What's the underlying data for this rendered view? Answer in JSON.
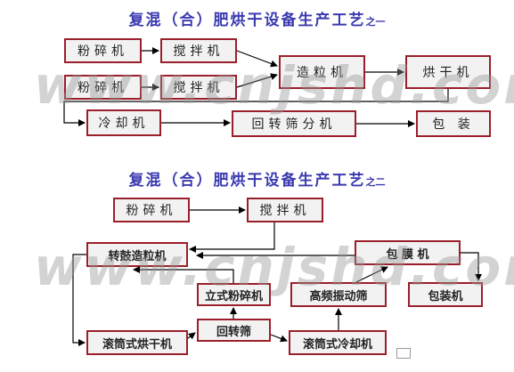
{
  "section1": {
    "title": "复混（合）肥烘干设备生产工艺",
    "title_suffix": "之一",
    "nodes": {
      "crusher1": "粉碎机",
      "mixer1": "搅拌机",
      "crusher2": "粉碎机",
      "mixer2": "搅拌机",
      "granulator": "造粒机",
      "dryer": "烘干机",
      "cooler": "冷却机",
      "screen": "回转筛分机",
      "packing": "包 装"
    },
    "watermark": "www.cnjshd.com"
  },
  "section2": {
    "title": "复混（合）肥烘干设备生产工艺",
    "title_suffix": "之二",
    "nodes": {
      "crusher": "粉碎机",
      "mixer": "搅拌机",
      "drum_granulator": "转鼓造粒机",
      "coating": "包 膜 机",
      "vertical_crusher": "立式粉碎机",
      "vibrating_screen": "高频振动筛",
      "packer": "包装机",
      "drum_dryer": "滚筒式烘干机",
      "rotary_screen": "回转筛",
      "drum_cooler": "滚筒式冷却机"
    },
    "watermark": "www.cnjshd.com"
  },
  "colors": {
    "title": "#3a3ab0",
    "box_border": "#9b1f2a",
    "box_fill": "#f2f2f2",
    "arrow": "#000000"
  }
}
